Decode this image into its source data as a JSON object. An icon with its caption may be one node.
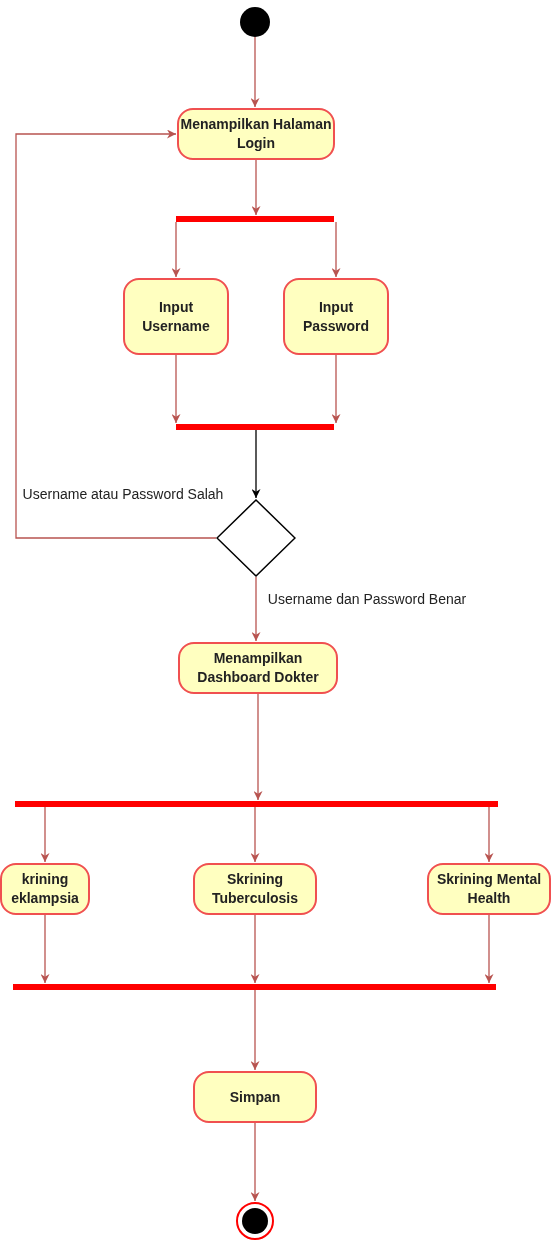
{
  "diagram": {
    "nodes": [
      {
        "text": [],
        "shape": "circle"
      },
      {
        "text": [
          "Menampilkan Halaman Login"
        ]
      },
      {
        "text": [],
        "shape": "bar"
      },
      {
        "text": [
          "Input Username"
        ]
      },
      {
        "text": [
          "Input Password"
        ]
      },
      {
        "text": [],
        "shape": "bar"
      },
      {
        "text": [],
        "shape": "diamond"
      },
      {
        "text": [
          "Menampilkan Dashboard Dokter"
        ]
      },
      {
        "text": [],
        "shape": "bar"
      },
      {
        "text": [
          "krining eklampsia"
        ]
      },
      {
        "text": [
          "Skrining Tuberculosis"
        ]
      },
      {
        "text": [
          "Skrining Mental Health"
        ]
      },
      {
        "text": [],
        "shape": "bar"
      },
      {
        "text": [
          "Simpan"
        ]
      },
      {
        "text": [],
        "shape": "target"
      }
    ],
    "edges": [
      {
        "from": 0,
        "to": 1,
        "arrow": "to"
      },
      {
        "from": 1,
        "to": 2,
        "arrow": "to"
      },
      {
        "from": 2,
        "to": 3,
        "arrow": "to"
      },
      {
        "from": 2,
        "to": 4,
        "arrow": "to"
      },
      {
        "from": 3,
        "to": 5,
        "arrow": "to"
      },
      {
        "from": 4,
        "to": 5,
        "arrow": "to"
      },
      {
        "from": 5,
        "to": 6,
        "arrow": "to",
        "color": "#000000"
      },
      {
        "from": 6,
        "to": 1,
        "arrow": "to",
        "label": "Username atau Password Salah"
      },
      {
        "from": 6,
        "to": 7,
        "arrow": "to",
        "label": "Username dan Password Benar"
      },
      {
        "from": 7,
        "to": 8,
        "arrow": "to"
      },
      {
        "from": 8,
        "to": 9,
        "arrow": "to"
      },
      {
        "from": 8,
        "to": 10,
        "arrow": "to"
      },
      {
        "from": 8,
        "to": 11,
        "arrow": "to"
      },
      {
        "from": 9,
        "to": 12,
        "arrow": "to"
      },
      {
        "from": 10,
        "to": 12,
        "arrow": "to"
      },
      {
        "from": 11,
        "to": 12,
        "arrow": "to"
      },
      {
        "from": 12,
        "to": 13,
        "arrow": "to"
      },
      {
        "from": 13,
        "to": 14,
        "arrow": "to"
      }
    ]
  }
}
